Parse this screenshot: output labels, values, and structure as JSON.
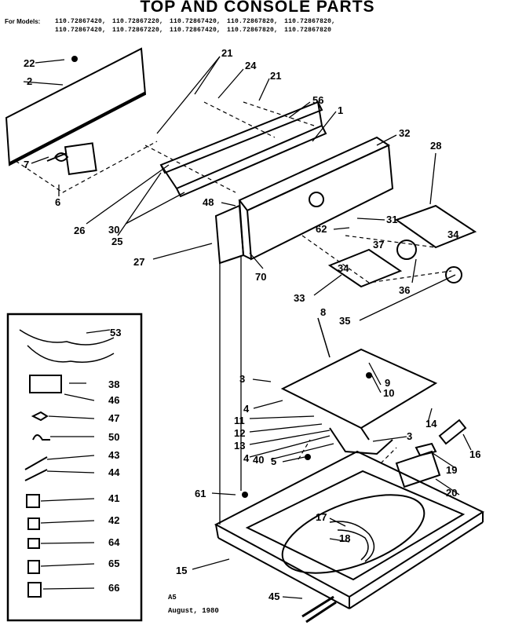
{
  "title": "TOP AND CONSOLE PARTS",
  "models_label": "For Models:",
  "models_row1": [
    "110.72867420,",
    "110.72867220,",
    "110.72867420,",
    "110.72867820,",
    "110.72867820,"
  ],
  "models_row2": [
    "110.72867420,",
    "110.72867220,",
    "110.72867420,",
    "110.72867820,",
    "110.72867820"
  ],
  "callouts": [
    "22",
    "2",
    "7",
    "6",
    "21",
    "24",
    "21",
    "56",
    "1",
    "32",
    "28",
    "26",
    "25",
    "30",
    "48",
    "27",
    "31",
    "62",
    "37",
    "34",
    "34",
    "33",
    "70",
    "36",
    "35",
    "8",
    "3",
    "9",
    "10",
    "4",
    "11",
    "12",
    "13",
    "4",
    "40",
    "5",
    "3",
    "14",
    "16",
    "19",
    "20",
    "61",
    "17",
    "18",
    "15",
    "45",
    "53",
    "38",
    "46",
    "47",
    "50",
    "43",
    "44",
    "41",
    "42",
    "64",
    "65",
    "66"
  ],
  "footer_code": "A5",
  "footer_date": "August, 1980"
}
